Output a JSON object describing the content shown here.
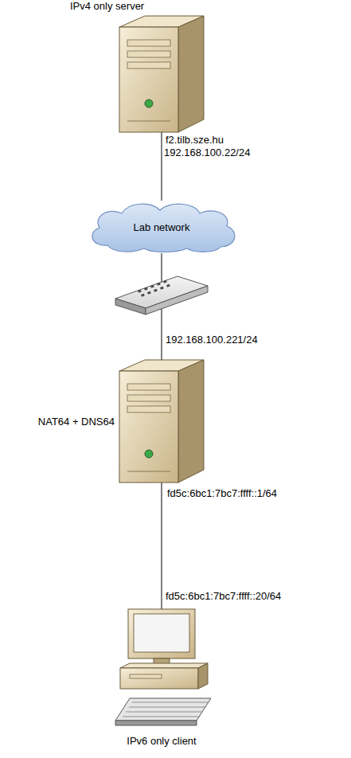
{
  "diagram": {
    "nodes": [
      {
        "text": [
          "IPv4 only server"
        ]
      },
      {
        "text": [
          "Lab network"
        ]
      },
      {
        "text": [
          "NAT64 + DNS64"
        ]
      },
      {
        "text": [
          "IPv6 only client"
        ]
      }
    ],
    "edges": [
      {
        "from": 0,
        "to": 1,
        "arrow": "none"
      },
      {
        "from": 1,
        "to": 2,
        "arrow": "none"
      },
      {
        "from": 2,
        "to": 3,
        "arrow": "none"
      }
    ],
    "labels": [
      "f2.tilb.sze.hu",
      "192.168.100.22/24",
      "192.168.100.221/24",
      "fd5c:6bc1:7bc7:ffff::1/64",
      "fd5c:6bc1:7bc7:ffff::20/64"
    ]
  }
}
